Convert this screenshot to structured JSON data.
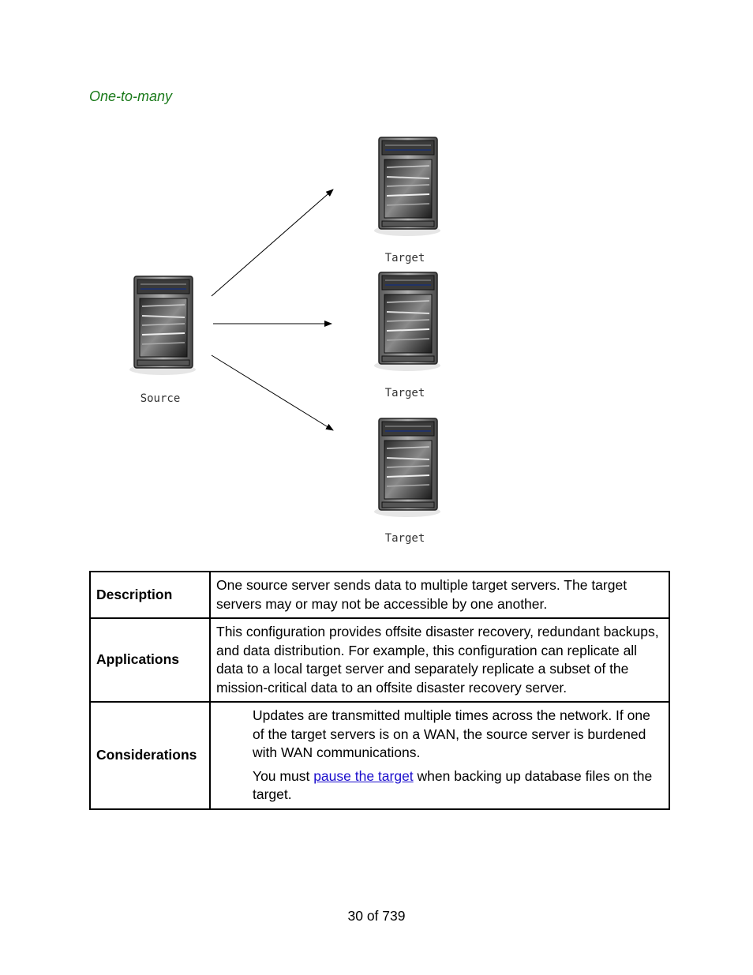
{
  "heading": "One-to-many",
  "diagram": {
    "source_label": "Source",
    "target_labels": [
      "Target",
      "Target",
      "Target"
    ]
  },
  "table": {
    "rows": [
      {
        "key": "Description",
        "value": "One source server sends data to multiple target servers. The target servers may or may not be accessible by one another."
      },
      {
        "key": "Applications",
        "value": "This configuration provides offsite disaster recovery, redundant backups, and data distribution. For example, this configuration can replicate all data to a local target server and separately replicate a subset of the mission-critical data to an offsite disaster recovery server."
      },
      {
        "key": "Considerations",
        "items": [
          {
            "text": "Updates are transmitted multiple times across the network. If one of the target servers is on a WAN, the source server is burdened with WAN communications."
          },
          {
            "before": "You must ",
            "link": "pause the target",
            "after": " when backing up database files on the target."
          }
        ]
      }
    ]
  },
  "footer": {
    "page_number": "30 of 739"
  }
}
